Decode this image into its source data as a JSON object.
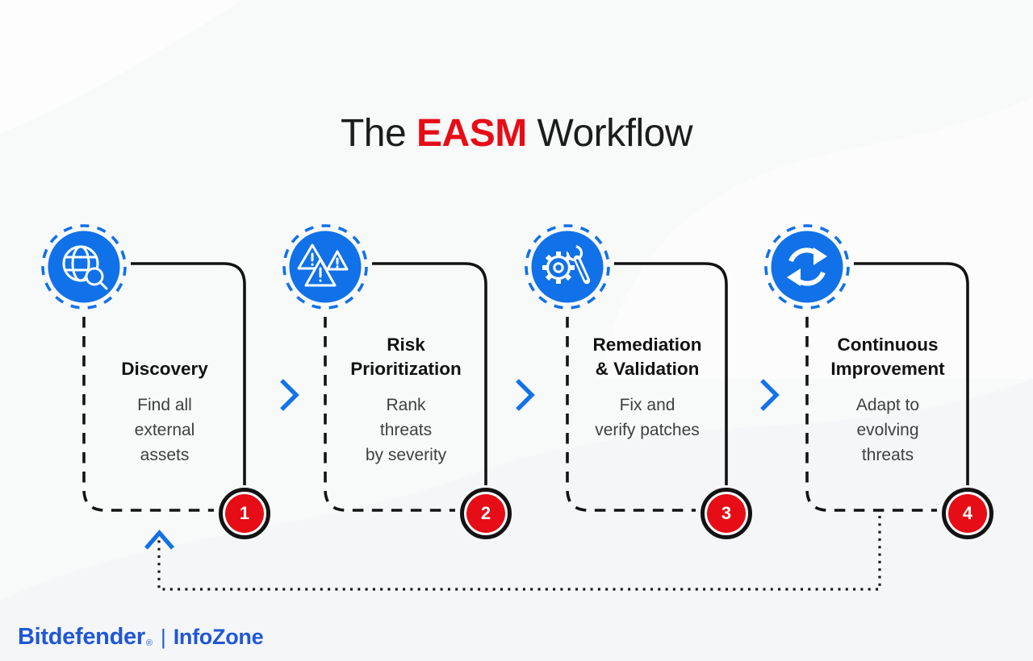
{
  "title": {
    "prefix": "The ",
    "highlight": "EASM",
    "suffix": " Workflow"
  },
  "steps": [
    {
      "number": "1",
      "icon": "globe-search-icon",
      "title": "Discovery",
      "subtitle": "Find all\nexternal\nassets"
    },
    {
      "number": "2",
      "icon": "warning-triangles-icon",
      "title": "Risk\nPrioritization",
      "subtitle": "Rank\nthreats\nby severity"
    },
    {
      "number": "3",
      "icon": "gear-wrench-icon",
      "title": "Remediation\n& Validation",
      "subtitle": "Fix and\nverify patches"
    },
    {
      "number": "4",
      "icon": "sync-arrows-icon",
      "title": "Continuous\nImprovement",
      "subtitle": "Adapt to\nevolving\nthreats"
    }
  ],
  "footer": {
    "brand": "Bitdefender",
    "registered": "®",
    "divider": "|",
    "product": "InfoZone"
  },
  "colors": {
    "accent_blue": "#1171e8",
    "brand_blue": "#2057d6",
    "accent_red": "#e60d16",
    "line_black": "#131313",
    "background": "#f8f9f9"
  }
}
